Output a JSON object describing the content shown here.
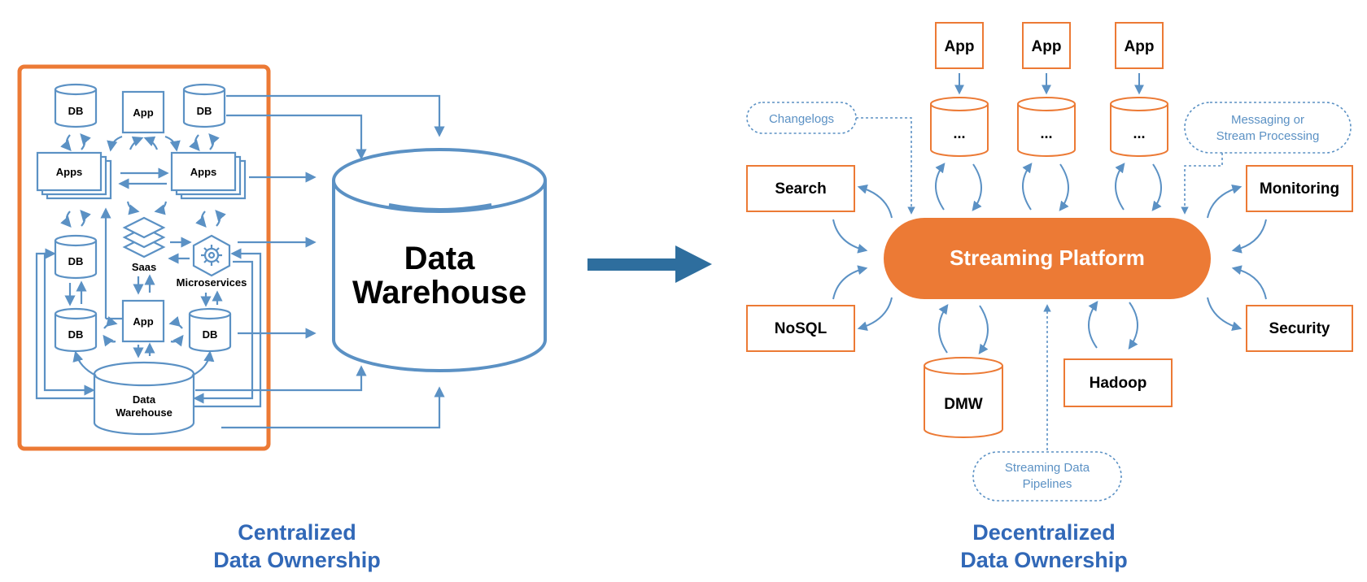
{
  "left": {
    "labels": {
      "db": "DB",
      "app": "App",
      "apps": "Apps",
      "saas": "Saas",
      "microservices": "Microservices",
      "inner_dw_line1": "Data",
      "inner_dw_line2": "Warehouse"
    },
    "big_dw_line1": "Data",
    "big_dw_line2": "Warehouse",
    "caption_line1": "Centralized",
    "caption_line2": "Data Ownership"
  },
  "right": {
    "app1": "App",
    "app2": "App",
    "app3": "App",
    "topic1": "...",
    "topic2": "...",
    "topic3": "...",
    "platform": "Streaming Platform",
    "search": "Search",
    "nosql": "NoSQL",
    "monitoring": "Monitoring",
    "security": "Security",
    "dmw": "DMW",
    "hadoop": "Hadoop",
    "changelogs": "Changelogs",
    "messaging_line1": "Messaging or",
    "messaging_line2": "Stream Processing",
    "pipelines_line1": "Streaming Data",
    "pipelines_line2": "Pipelines",
    "caption_line1": "Decentralized",
    "caption_line2": "Data Ownership"
  },
  "colors": {
    "accent_orange": "#ec7a35",
    "line_blue": "#5b91c4",
    "caption_blue": "#3168b7",
    "arrow_blue": "#2e6e9e"
  }
}
